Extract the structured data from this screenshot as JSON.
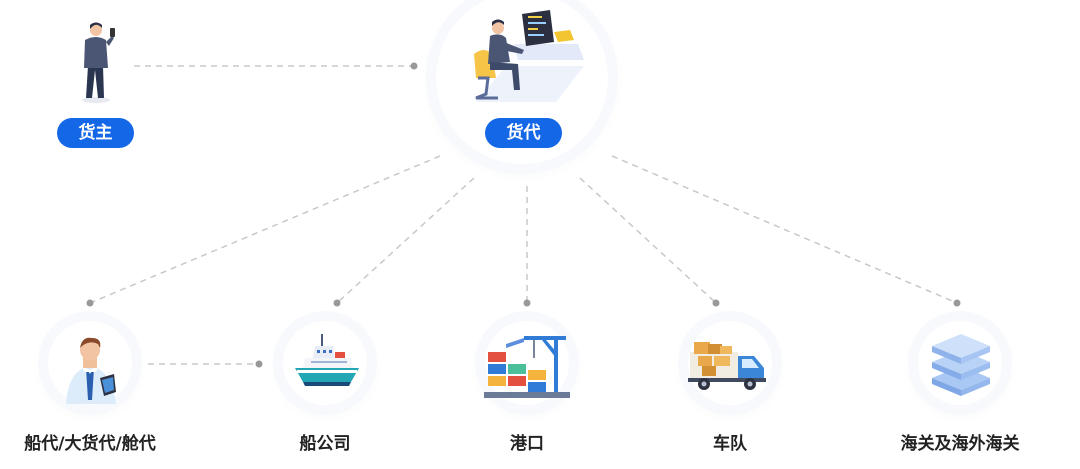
{
  "nodes": {
    "shipper": {
      "label": "货主"
    },
    "forwarder": {
      "label": "货代"
    },
    "shipping_agent": {
      "label": "船代/大货代/舱代"
    },
    "shipping_company": {
      "label": "船公司"
    },
    "port": {
      "label": "港口"
    },
    "fleet": {
      "label": "车队"
    },
    "customs": {
      "label": "海关及海外海关"
    }
  },
  "colors": {
    "pill": "#1468e8",
    "line": "#c8c8c8",
    "dot": "#999999",
    "label": "#222222"
  },
  "icons": {
    "shipper": "person-with-phone-icon",
    "forwarder": "person-at-computer-icon",
    "shipping_agent": "businessman-tablet-icon",
    "shipping_company": "ship-icon",
    "port": "port-crane-containers-icon",
    "fleet": "truck-icon",
    "customs": "layered-stack-icon"
  }
}
